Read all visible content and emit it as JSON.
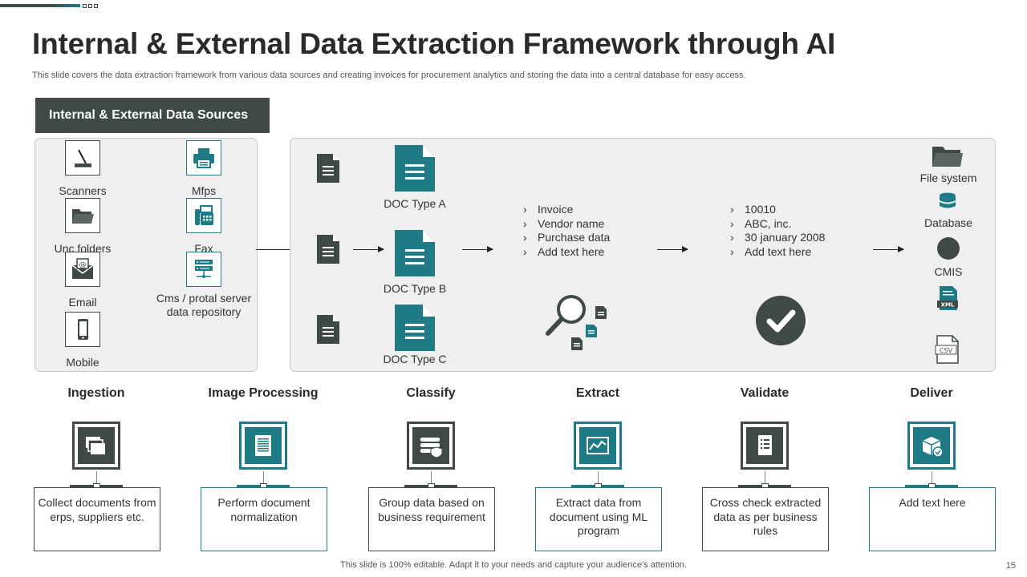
{
  "title": "Internal & External Data Extraction Framework through AI",
  "subtitle": "This slide covers the data extraction framework from various data sources and creating invoices for procurement analytics and storing the data into a central database for easy access.",
  "sources": {
    "header": "Internal & External Data Sources",
    "items": [
      {
        "label": "Scanners",
        "icon": "scanner-icon"
      },
      {
        "label": "Mfps",
        "icon": "printer-icon"
      },
      {
        "label": "Unc folders",
        "icon": "folder-icon"
      },
      {
        "label": "Fax",
        "icon": "fax-icon"
      },
      {
        "label": "Email",
        "icon": "email-icon"
      },
      {
        "label": "Cms / protal server data repository",
        "icon": "server-icon"
      },
      {
        "label": "Mobile",
        "icon": "mobile-icon"
      }
    ]
  },
  "docs": [
    "DOC Type A",
    "DOC Type B",
    "DOC Type C"
  ],
  "fields": [
    "Invoice",
    "Vendor name",
    "Purchase data",
    "Add text here"
  ],
  "values": [
    "10010",
    "ABC, inc.",
    "30 january 2008",
    "Add text here"
  ],
  "outputs": [
    "File system",
    "Database",
    "CMIS",
    "XML",
    "CSV"
  ],
  "steps": [
    {
      "title": "Ingestion",
      "text": "Collect documents from erps, suppliers etc.",
      "icon": "layers-icon"
    },
    {
      "title": "Image Processing",
      "text": "Perform document normalization",
      "icon": "document-icon"
    },
    {
      "title": "Classify",
      "text": "Group data based on business requirement",
      "icon": "server-shield-icon"
    },
    {
      "title": "Extract",
      "text": "Extract data from document using ML program",
      "icon": "chart-icon"
    },
    {
      "title": "Validate",
      "text": "Cross check extracted data as per business rules",
      "icon": "checklist-icon"
    },
    {
      "title": "Deliver",
      "text": "Add text here",
      "icon": "package-check-icon"
    }
  ],
  "colors": {
    "dark": "#3f4a45",
    "teal": "#1e7b85",
    "panel": "#efefef"
  },
  "footer": "This slide is 100% editable. Adapt it to your needs and capture your audience's attention.",
  "page_number": "15"
}
